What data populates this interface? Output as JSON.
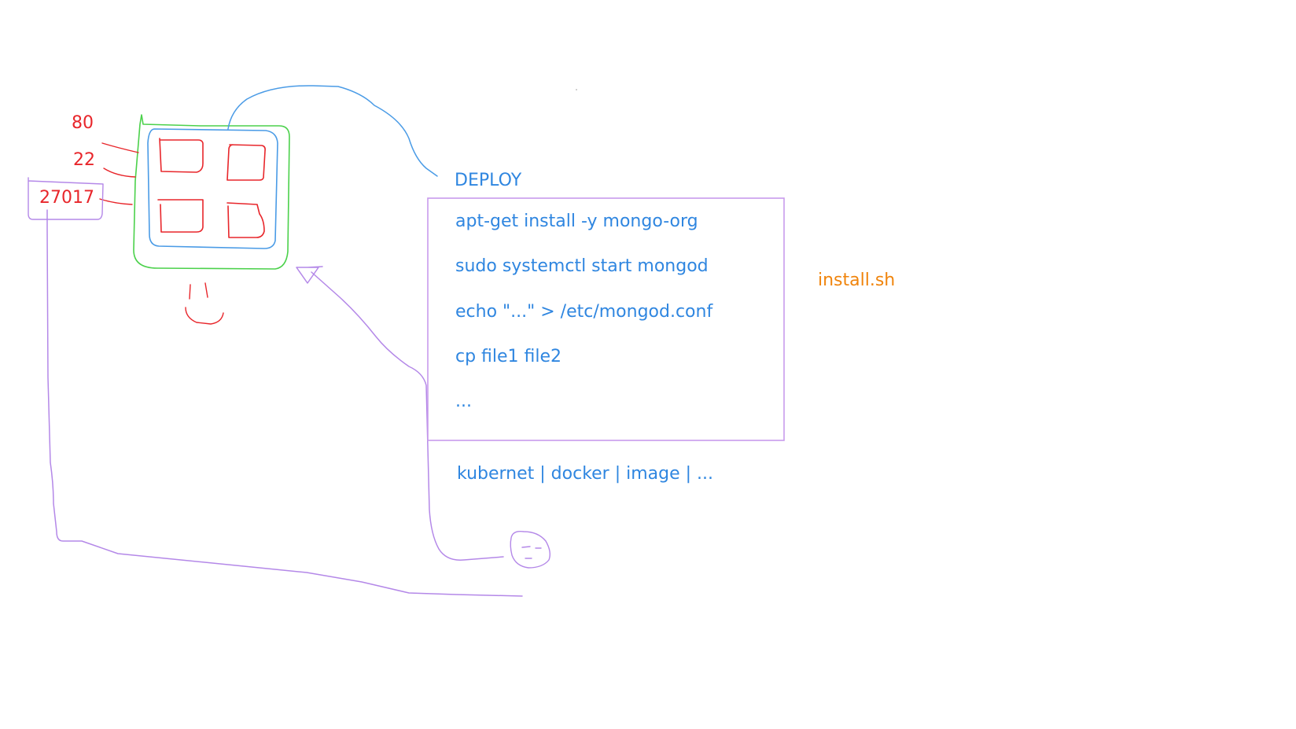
{
  "ports": [
    "80",
    "22",
    "27017"
  ],
  "deploy_title": "DEPLOY",
  "commands": [
    "apt-get install -y mongo-org",
    "sudo systemctl start mongod",
    "echo \"...\" > /etc/mongod.conf",
    "cp file1 file2",
    "..."
  ],
  "script_name": "install.sh",
  "tools_line": "kubernet | docker | image | ...",
  "colors": {
    "port_red": "#e8262b",
    "text_blue": "#2f86e0",
    "file_orange": "#f0840c",
    "server_green": "#4bd14b",
    "server_blue": "#4a9be6",
    "ink_purple": "#b488e8"
  }
}
